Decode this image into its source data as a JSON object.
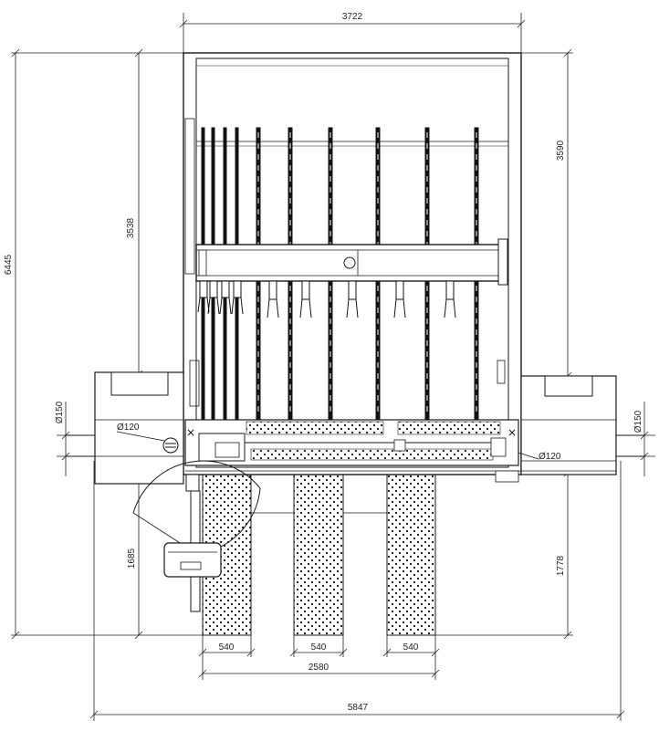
{
  "dimensions": {
    "overall_width_top": "3722",
    "overall_height_left": "6445",
    "frame_depth_left": "3538",
    "frame_depth_right": "3590",
    "left_pipe_dia": "150",
    "right_pipe_dia": "150",
    "left_duct_dia": "120",
    "right_duct_dia": "120",
    "front_left": "1685",
    "front_right": "1778",
    "table1_width": "540",
    "table2_width": "540",
    "table3_width": "540",
    "tables_span": "2580",
    "overall_width_bottom": "5847"
  },
  "symbols": {
    "diameter": "Ø"
  },
  "colors": {
    "line": "#1a1a1a",
    "thin": "#333333",
    "dim": "#222222"
  }
}
